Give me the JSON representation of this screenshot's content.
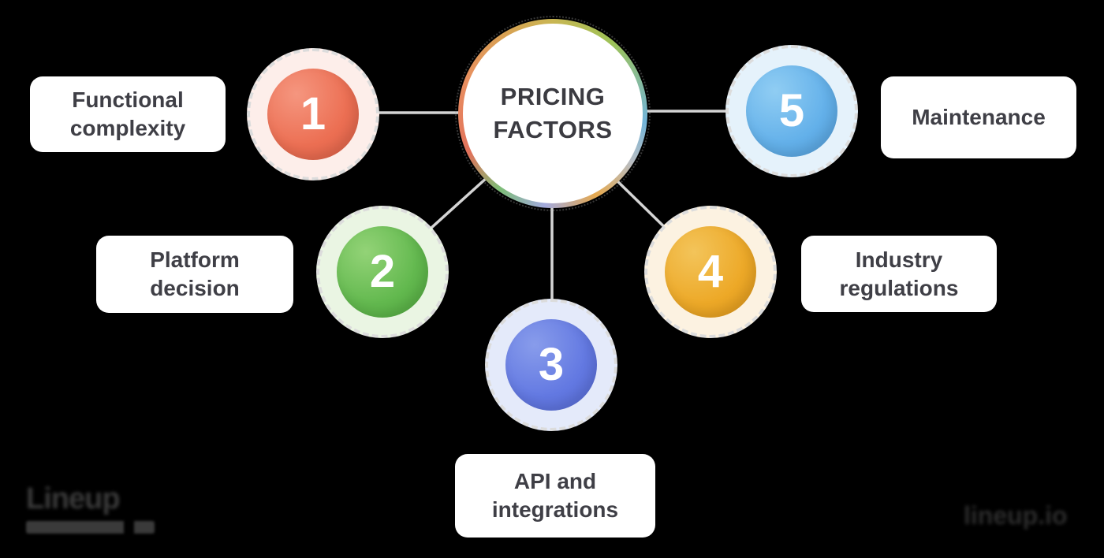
{
  "background_color": "#000000",
  "center": {
    "title_line1": "PRICING",
    "title_line2": "FACTORS",
    "face_color": "#ffffff",
    "text_color": "#3b3b41",
    "ring_gradient": [
      "#c9b653",
      "#9dc257",
      "#72b4d8",
      "#b9bdc2",
      "#e6a94e",
      "#a3aadd",
      "#7dbd77",
      "#e2725b",
      "#e88f60",
      "#d8a253"
    ]
  },
  "factors": [
    {
      "number": "1",
      "label": "Functional\ncomplexity",
      "circle_color": "#ec6f53",
      "circle_gradient": [
        "#f5967f",
        "#e9654a"
      ],
      "ring_color": "#fdeeea"
    },
    {
      "number": "2",
      "label": "Platform\ndecision",
      "circle_color": "#63b94f",
      "circle_gradient": [
        "#93d377",
        "#54b241"
      ],
      "ring_color": "#eaf5e3"
    },
    {
      "number": "3",
      "label": "API and\nintegrations",
      "circle_color": "#6379e2",
      "circle_gradient": [
        "#889ceb",
        "#5a6fdf"
      ],
      "ring_color": "#e4eafa"
    },
    {
      "number": "4",
      "label": "Industry\nregulations",
      "circle_color": "#eda928",
      "circle_gradient": [
        "#f3c45a",
        "#eb9f1b"
      ],
      "ring_color": "#fcf2e1"
    },
    {
      "number": "5",
      "label": "Maintenance",
      "circle_color": "#64b1ea",
      "circle_gradient": [
        "#90cdf3",
        "#57a7e7"
      ],
      "ring_color": "#e5f2fb"
    }
  ],
  "connector_color": "#d4d4d4",
  "label_card": {
    "bg": "#ffffff",
    "text_color": "#3f3f46",
    "number_text_color": "#ffffff"
  },
  "watermarks": {
    "bottom_left": {
      "wordmark": "Lineup",
      "color": "#3a3a3a"
    },
    "bottom_right": {
      "wordmark": "lineup.io",
      "color": "#2c2c2c"
    }
  }
}
